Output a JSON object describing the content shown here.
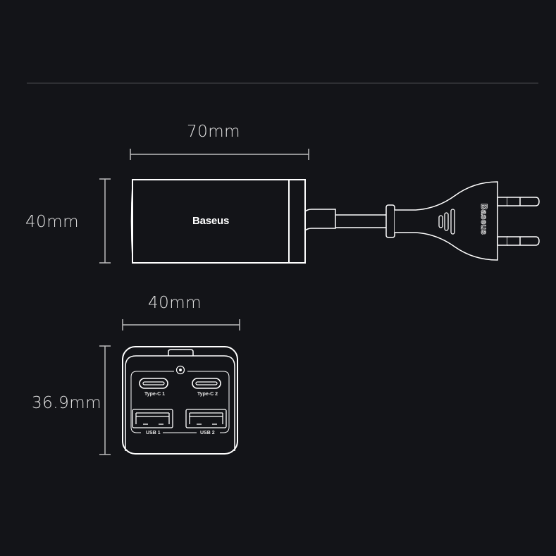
{
  "dimensions": {
    "side_width": "70mm",
    "side_height": "40mm",
    "front_width": "40mm",
    "front_height": "36.9mm"
  },
  "device": {
    "brand": "Baseus",
    "plug_brand": "Baseus"
  },
  "ports": [
    {
      "type": "usb-c",
      "label": "Type-C 1"
    },
    {
      "type": "usb-c",
      "label": "Type-C 2"
    },
    {
      "type": "usb-a",
      "label": "USB 1"
    },
    {
      "type": "usb-a",
      "label": "USB 2"
    }
  ],
  "colors": {
    "background": "#131418",
    "line": "#ffffff",
    "dimension_line": "#bdbdbd",
    "divider": "#2e2f33",
    "text": "#e4e4e4"
  }
}
